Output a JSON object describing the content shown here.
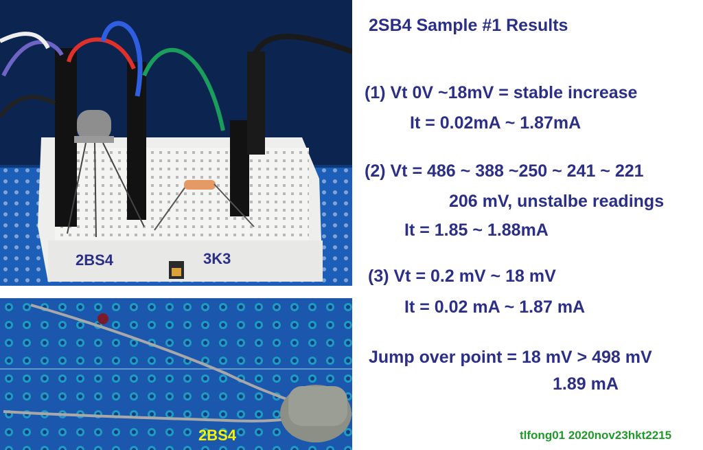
{
  "photos": {
    "top": {
      "label_transistor": "2BS4",
      "label_resistor": "3K3"
    },
    "bottom": {
      "label_transistor": "2BS4"
    }
  },
  "title": "2SB4 Sample #1 Results",
  "results": [
    {
      "lines": [
        "(1)   Vt  0V ~18mV = stable increase",
        "It = 0.02mA ~ 1.87mA"
      ]
    },
    {
      "lines": [
        "(2)  Vt  = 486 ~ 388 ~250 ~ 241 ~ 221",
        "206 mV, unstalbe readings",
        "It = 1.85 ~ 1.88mA"
      ]
    },
    {
      "lines": [
        "(3)  Vt = 0.2 mV ~ 18 mV",
        "It =  0.02 mA ~ 1.87 mA"
      ]
    }
  ],
  "jump": {
    "line1": "Jump over point = 18 mV > 498 mV",
    "line2": "1.89 mA"
  },
  "credit": "tlfong01  2020nov23hkt2215",
  "colors": {
    "text": "#2b2f86",
    "credit": "#1f9a2a",
    "board": "#1b58ad",
    "highlight": "#f5f10c"
  }
}
